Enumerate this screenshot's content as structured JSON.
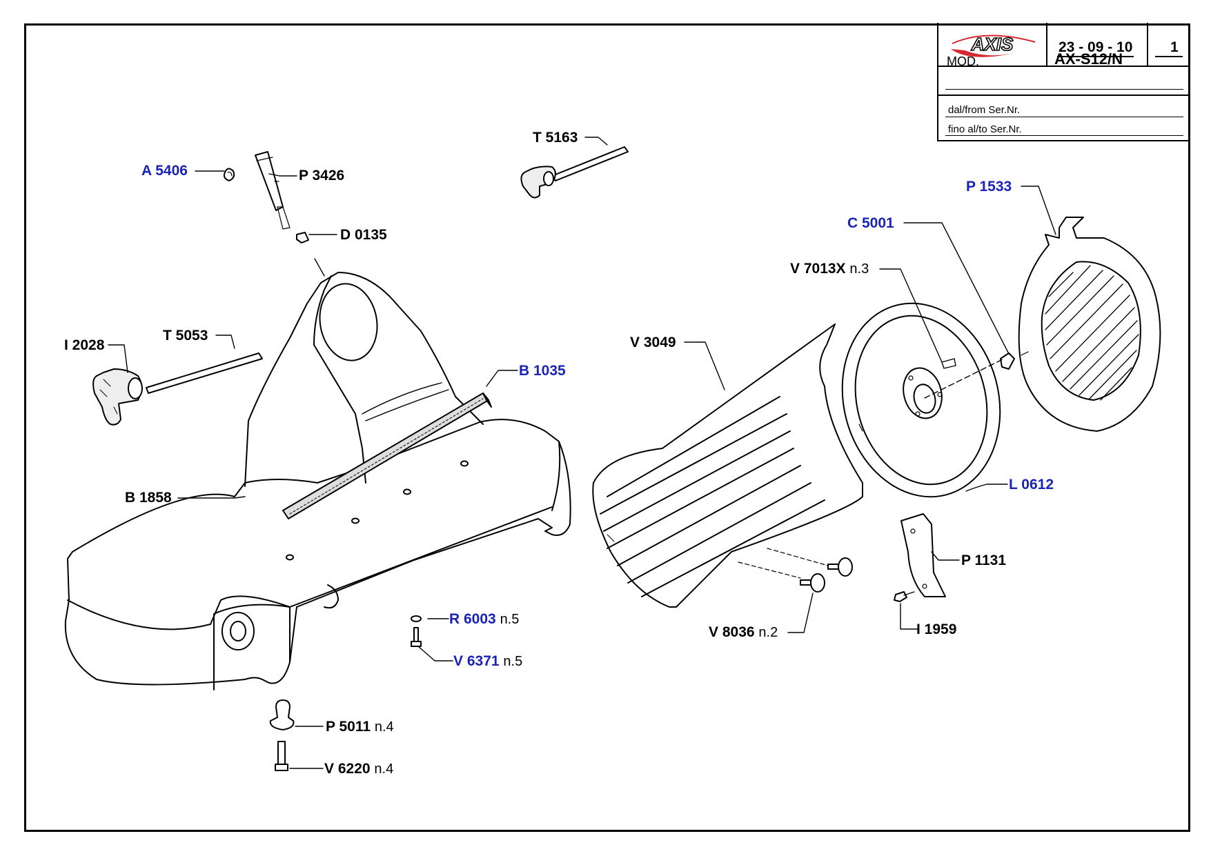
{
  "title_block": {
    "brand": "AXIS",
    "date": "23 - 09 - 10",
    "sheet": "1",
    "mod_label": "MOD.",
    "model": "AX-S12/N",
    "from_serial_label": "dal/from Ser.Nr.",
    "to_serial_label": "fino al/to Ser.Nr."
  },
  "parts": [
    {
      "code": "A 5406",
      "qty": "",
      "highlight": true
    },
    {
      "code": "P 3426",
      "qty": "",
      "highlight": false
    },
    {
      "code": "D 0135",
      "qty": "",
      "highlight": false
    },
    {
      "code": "T 5163",
      "qty": "",
      "highlight": false
    },
    {
      "code": "T 5053",
      "qty": "",
      "highlight": false
    },
    {
      "code": "I 2028",
      "qty": "",
      "highlight": false
    },
    {
      "code": "B 1035",
      "qty": "",
      "highlight": true
    },
    {
      "code": "B 1858",
      "qty": "",
      "highlight": false
    },
    {
      "code": "R 6003",
      "qty": "n.5",
      "highlight": true
    },
    {
      "code": "V 6371",
      "qty": "n.5",
      "highlight": true
    },
    {
      "code": "P 5011",
      "qty": "n.4",
      "highlight": false
    },
    {
      "code": "V 6220",
      "qty": "n.4",
      "highlight": false
    },
    {
      "code": "V 3049",
      "qty": "",
      "highlight": false
    },
    {
      "code": "P 1533",
      "qty": "",
      "highlight": true
    },
    {
      "code": "C 5001",
      "qty": "",
      "highlight": true
    },
    {
      "code": "V 7013X",
      "qty": "n.3",
      "highlight": false
    },
    {
      "code": "L 0612",
      "qty": "",
      "highlight": true
    },
    {
      "code": "P 1131",
      "qty": "",
      "highlight": false
    },
    {
      "code": "I 1959",
      "qty": "",
      "highlight": false
    },
    {
      "code": "V 8036",
      "qty": "n.2",
      "highlight": false
    }
  ],
  "colors": {
    "highlight": "#1a22b8",
    "line": "#000000",
    "logo_red": "#d7282f"
  }
}
